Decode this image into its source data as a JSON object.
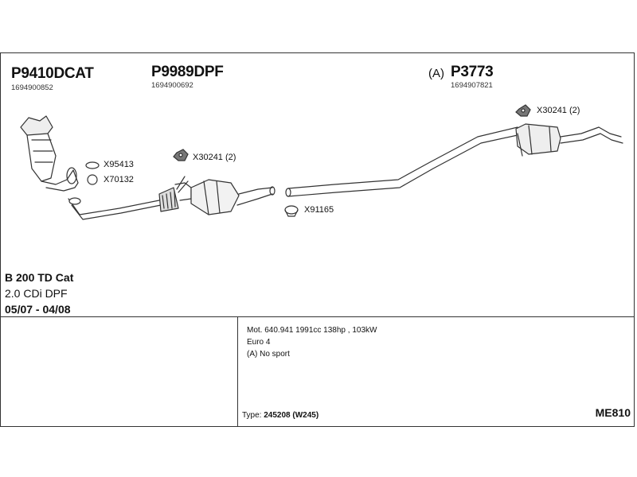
{
  "parts": {
    "cat": {
      "part_no": "P9410DCAT",
      "code": "1694900852"
    },
    "dpf": {
      "part_no": "P9989DPF",
      "code": "1694900692"
    },
    "rear": {
      "prefix": "(A)",
      "part_no": "P3773",
      "code": "1694907821"
    }
  },
  "fittings": {
    "x95413": "X95413",
    "x70132": "X70132",
    "x30241_mid": "X30241 (2)",
    "x91165": "X91165",
    "x30241_rear": "X30241 (2)"
  },
  "vehicle": {
    "model": "B 200 TD Cat",
    "engine": "2.0 CDi DPF",
    "years": "05/07 - 04/08"
  },
  "specs": {
    "line1": "Mot. 640.941 1991cc 138hp , 103kW",
    "line2": "Euro 4",
    "line3": "(A) No sport"
  },
  "type": {
    "label": "Type:",
    "value": "245208 (W245)"
  },
  "diagram_code": "ME810"
}
